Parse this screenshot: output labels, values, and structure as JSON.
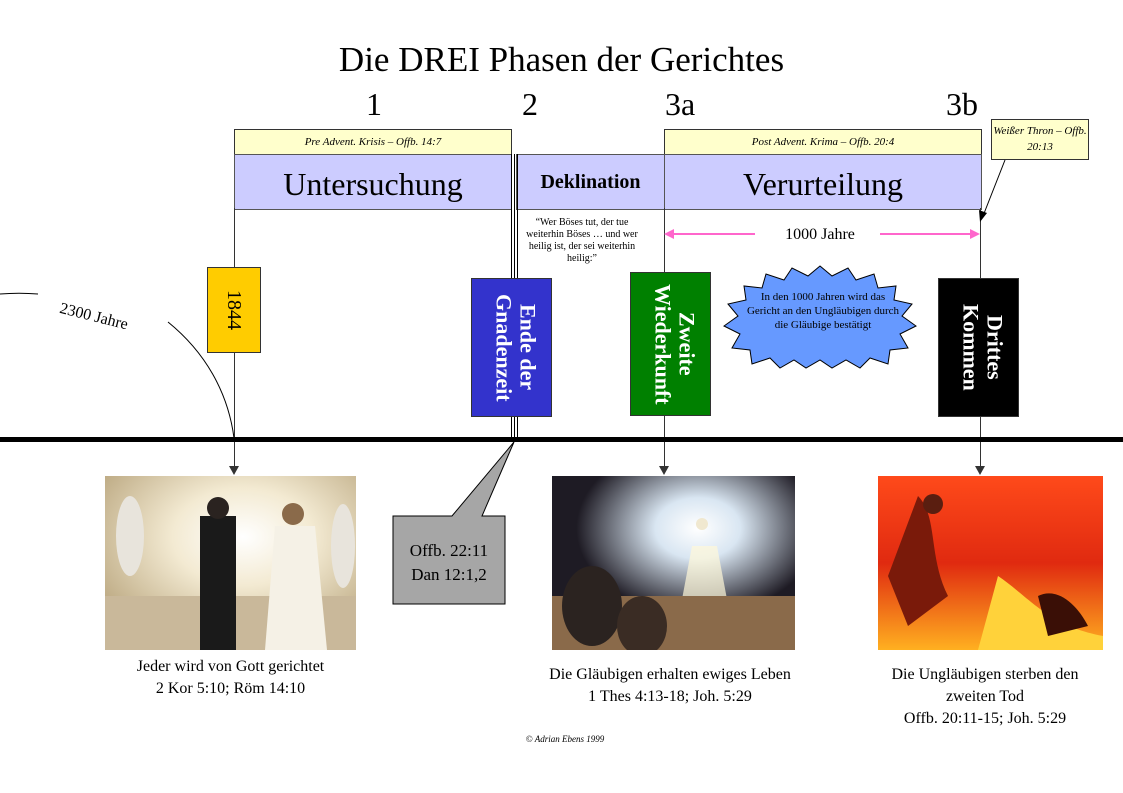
{
  "title": "Die DREI Phasen der Gerichtes",
  "phases": {
    "p1": "1",
    "p2": "2",
    "p3a": "3a",
    "p3b": "3b"
  },
  "headers": {
    "pre_advent": "Pre Advent. Krisis – Offb. 14:7",
    "post_advent": "Post Advent. Krima – Offb. 20:4",
    "white_throne": "Weißer Thron – Offb. 20:13"
  },
  "bars": {
    "untersuchung": "Untersuchung",
    "deklination": "Deklination",
    "verurteilung": "Verurteilung"
  },
  "quote": "“Wer Böses tut, der tue weiterhin Böses … und wer heilig ist, der sei weiterhin heilig:”",
  "thousand_years": "1000 Jahre",
  "jahre_2300": "2300 Jahre",
  "events": {
    "year_1844": "1844",
    "ende": "Ende der Gnadenzeit",
    "zweite": "Zweite Wiederkunft",
    "dritte": "Drittes Kommen"
  },
  "cloud_text": "In den 1000 Jahren wird das Gericht an den Ungläubigen durch die Gläubige bestätigt",
  "callout": {
    "line1": "Offb. 22:11",
    "line2": "Dan 12:1,2"
  },
  "captions": {
    "c1_line1": "Jeder wird von Gott gerichtet",
    "c1_line2": "2 Kor 5:10; Röm 14:10",
    "c2_line1": "Die Gläubigen erhalten ewiges Leben",
    "c2_line2": "1 Thes 4:13-18; Joh. 5:29",
    "c3_line1": "Die Ungläubigen sterben den",
    "c3_line2": "zweiten Tod",
    "c3_line3": "Offb. 20:11-15; Joh. 5:29"
  },
  "copyright": "© Adrian Ebens 1999",
  "colors": {
    "year_box": "#ffcc00",
    "ende_box": "#3333cc",
    "zweite_box": "#008000",
    "dritte_box": "#000000",
    "cloud": "#6699ff",
    "lavender": "#ccccff",
    "header_yellow": "#ffffcc",
    "arrow_pink": "#ff66cc",
    "callout_gray": "#a6a6a6"
  }
}
